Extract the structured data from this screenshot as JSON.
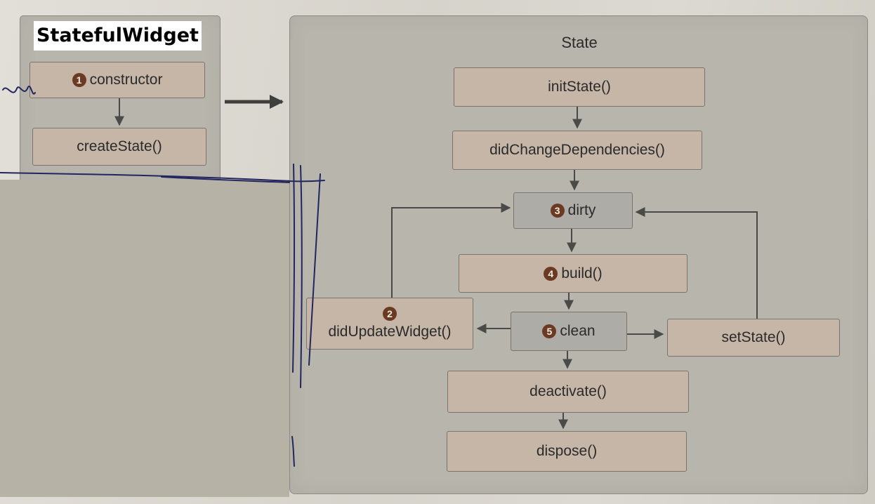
{
  "diagram": {
    "stateful_widget": {
      "title": "StatefulWidget",
      "constructor": {
        "number": "1",
        "label": "constructor"
      },
      "create_state": {
        "label": "createState()"
      }
    },
    "state": {
      "title": "State",
      "init_state": {
        "label": "initState()"
      },
      "did_change_dependencies": {
        "label": "didChangeDependencies()"
      },
      "dirty": {
        "number": "3",
        "label": "dirty"
      },
      "build": {
        "number": "4",
        "label": "build()"
      },
      "did_update_widget": {
        "number": "2",
        "label": "didUpdateWidget()"
      },
      "clean": {
        "number": "5",
        "label": "clean"
      },
      "set_state": {
        "label": "setState()"
      },
      "deactivate": {
        "label": "deactivate()"
      },
      "dispose": {
        "label": "dispose()"
      }
    },
    "colors": {
      "box_tan": "#c6b6a8",
      "box_grey": "#aeaca6",
      "panel": "#b8b5ad",
      "number_badge": "#6b3a22",
      "arrow": "#4a4a48",
      "pen_ink": "#22265e"
    }
  }
}
